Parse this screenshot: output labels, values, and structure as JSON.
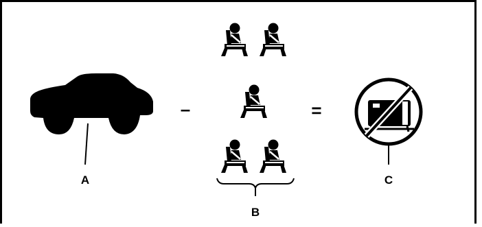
{
  "diagram": {
    "callouts": {
      "a": "A",
      "b": "B",
      "c": "C"
    },
    "operators": {
      "minus": "–",
      "equals": "="
    },
    "icons": {
      "vehicle": "car-silhouette-icon",
      "occupant": "belted-occupant-icon",
      "prohibition": "no-rear-seat-entertainment-icon"
    },
    "colors": {
      "ink": "#000000",
      "background": "#ffffff"
    }
  }
}
